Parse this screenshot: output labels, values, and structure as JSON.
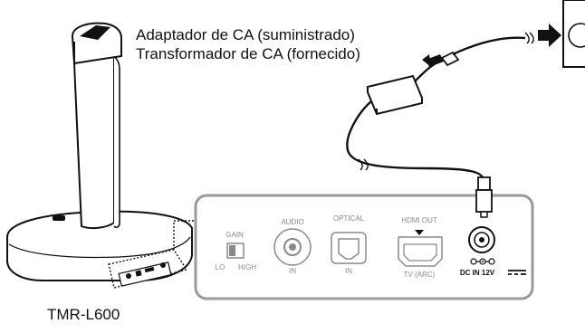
{
  "captions": {
    "line1": "Adaptador de CA (suministrado)",
    "line2": "Transformador de CA (fornecido)"
  },
  "model": "TMR-L600",
  "panel": {
    "gain_label": "GAIN",
    "gain_lo": "LO",
    "gain_high": "HIGH",
    "audio_label": "AUDIO",
    "audio_in": "IN",
    "optical_label": "OPTICAL",
    "optical_in": "IN",
    "hdmi_label": "HDMI OUT",
    "hdmi_sub": "TV (ARC)",
    "dc_label": "DC IN 12V"
  }
}
